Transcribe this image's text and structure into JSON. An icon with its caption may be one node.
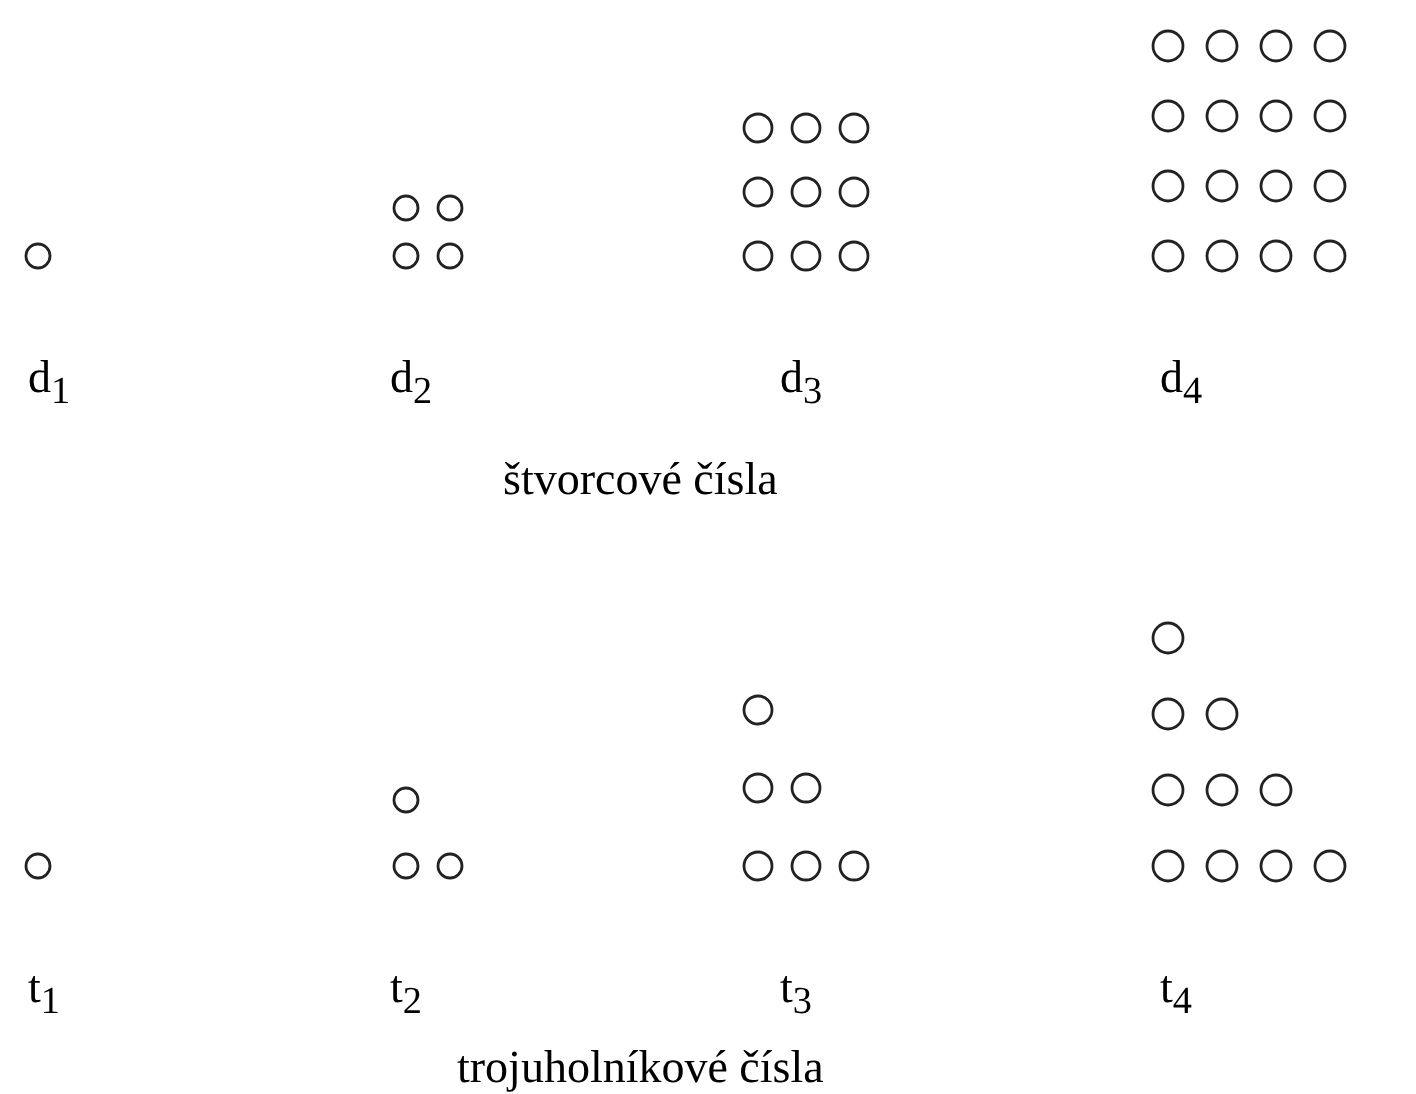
{
  "diagram": {
    "labels": [
      "d$_{1}$",
      "d$_{2}$",
      "d$_{3}$",
      "d$_{4}$",
      "štvorcové čísla",
      "t$_{1}$",
      "t$_{2}$",
      "t$_{3}$",
      "t$_{4}$",
      "trojuholníkové čísla"
    ]
  }
}
